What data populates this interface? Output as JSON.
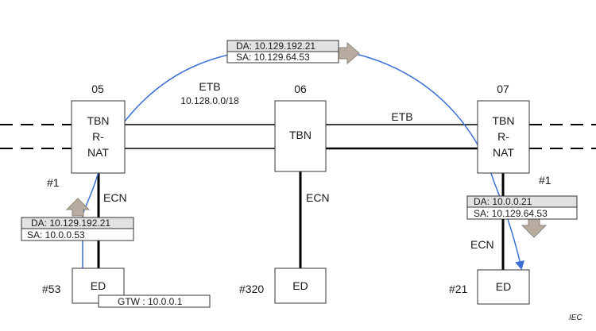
{
  "colors": {
    "flow_arrow": "#3a6fd8",
    "packet_arrow": "#b8aca0",
    "header_fill": "#e2e2e2"
  },
  "nodes": {
    "tbn05": {
      "id": "05",
      "line1": "TBN",
      "line2": "R-",
      "line3": "NAT"
    },
    "tbn06": {
      "id": "06",
      "line1": "TBN"
    },
    "tbn07": {
      "id": "07",
      "line1": "TBN",
      "line2": "R-",
      "line3": "NAT"
    }
  },
  "etb": {
    "label_left": "ETB",
    "subnet": "10.128.0.0/18",
    "label_right": "ETB"
  },
  "ecn": {
    "left": "ECN",
    "middle": "ECN",
    "right": "ECN"
  },
  "ports": {
    "left": "#1",
    "right": "#1"
  },
  "end_devices": {
    "ed53": {
      "num": "#53",
      "label": "ED"
    },
    "ed320": {
      "num": "#320",
      "label": "ED"
    },
    "ed21": {
      "num": "#21",
      "label": "ED"
    }
  },
  "packets": {
    "top": {
      "da": "DA: 10.129.192.21",
      "sa": "SA: 10.129.64.53"
    },
    "left": {
      "da": "DA: 10.129.192.21",
      "sa": "SA: 10.0.0.53"
    },
    "right": {
      "da": "DA: 10.0.0.21",
      "sa": "SA: 10.129.64.53"
    }
  },
  "gateway": "GTW : 10.0.0.1",
  "footer": "IEC"
}
